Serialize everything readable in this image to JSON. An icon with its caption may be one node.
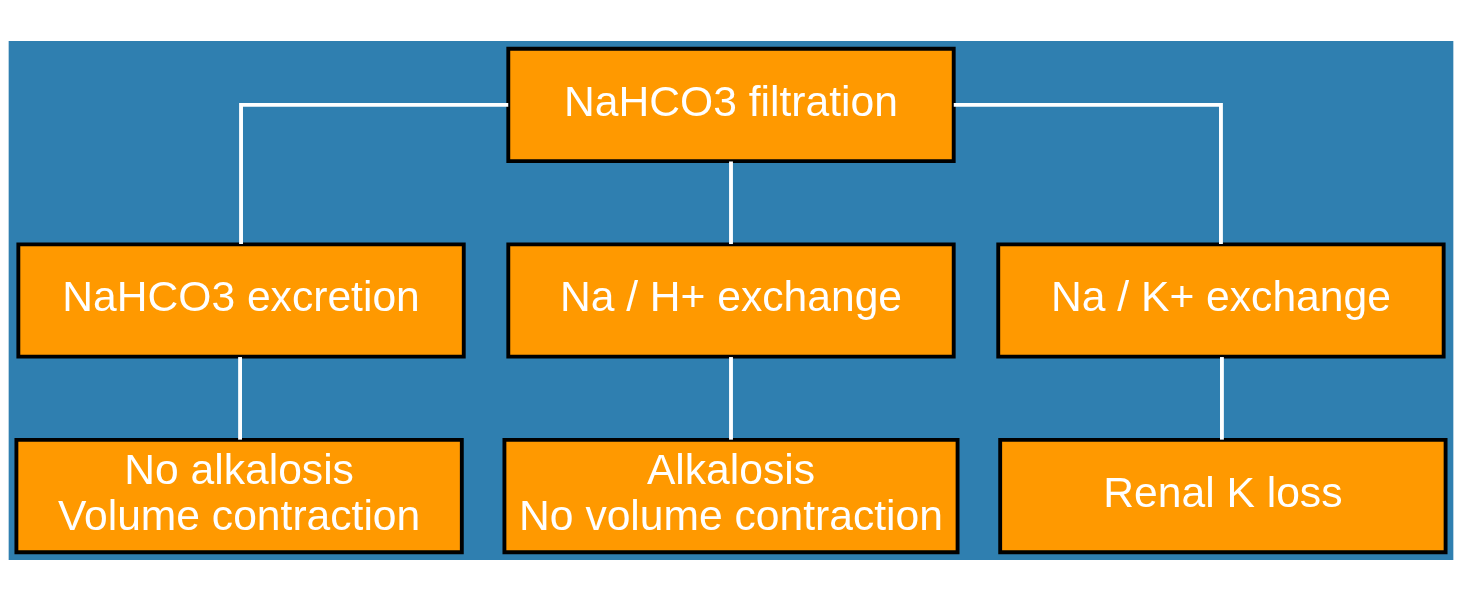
{
  "diagram": {
    "nodes": [
      {
        "text": [
          "NaHCO3 filtration"
        ]
      },
      {
        "text": [
          "NaHCO3 excretion"
        ]
      },
      {
        "text": [
          "Na / H+ exchange"
        ]
      },
      {
        "text": [
          "Na / K+ exchange"
        ]
      },
      {
        "text": [
          "No alkalosis",
          "Volume contraction"
        ]
      },
      {
        "text": [
          "Alkalosis",
          "No volume contraction"
        ]
      },
      {
        "text": [
          "Renal K loss"
        ]
      }
    ],
    "edges": [
      {
        "from": 0,
        "to": 1,
        "arrow": "none"
      },
      {
        "from": 0,
        "to": 2,
        "arrow": "none"
      },
      {
        "from": 0,
        "to": 3,
        "arrow": "none"
      },
      {
        "from": 1,
        "to": 4,
        "arrow": "none"
      },
      {
        "from": 2,
        "to": 5,
        "arrow": "none"
      },
      {
        "from": 3,
        "to": 6,
        "arrow": "none"
      }
    ]
  }
}
